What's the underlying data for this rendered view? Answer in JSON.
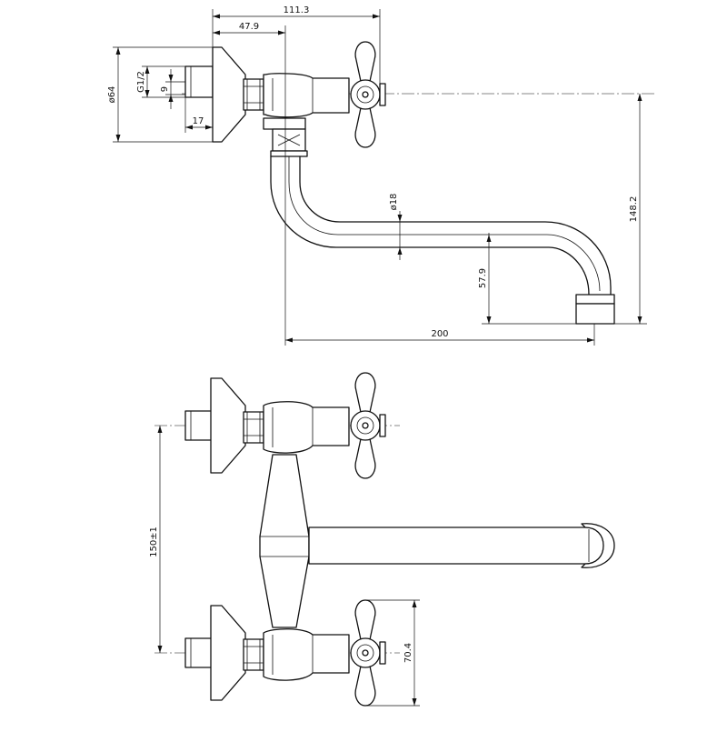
{
  "dimensions": {
    "overall_depth": "111.3",
    "handle_offset": "47.9",
    "flange_diameter": "ø64",
    "thread": "G1/2",
    "thread_length": "9",
    "nipple_length": "17",
    "tube_diameter": "ø18",
    "spout_height": "148.2",
    "outlet_clearance": "57.9",
    "spout_reach": "200",
    "inlet_spacing": "150±1",
    "handle_height": "70.4"
  }
}
